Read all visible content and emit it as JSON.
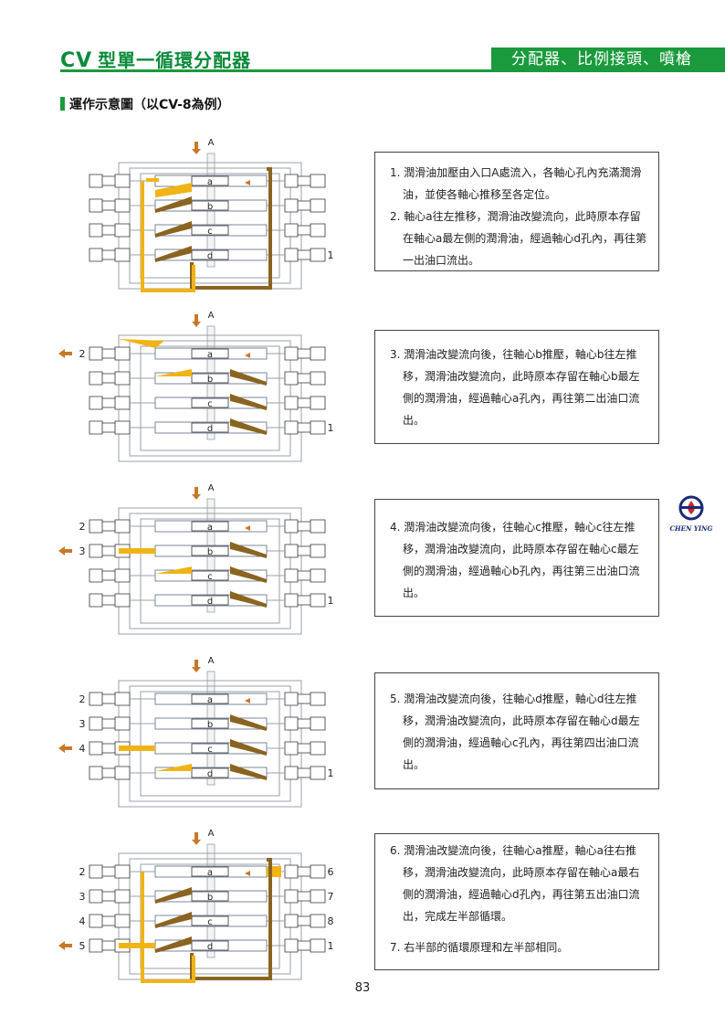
{
  "header": {
    "cv": "CV",
    "title": "型單一循環分配器",
    "tab": "分配器、比例接頭、噴槍"
  },
  "section_title": "運作示意圖（以CV-8為例）",
  "diagrams": [
    {
      "inlet": "A",
      "pistons": [
        "a",
        "b",
        "c",
        "d"
      ],
      "left_labels": [
        "",
        "",
        "",
        ""
      ],
      "right_labels": [
        "",
        "",
        "",
        "1"
      ]
    },
    {
      "inlet": "A",
      "pistons": [
        "a",
        "b",
        "c",
        "d"
      ],
      "left_labels": [
        "2",
        "",
        "",
        ""
      ],
      "right_labels": [
        "",
        "",
        "",
        "1"
      ]
    },
    {
      "inlet": "A",
      "pistons": [
        "a",
        "b",
        "c",
        "d"
      ],
      "left_labels": [
        "2",
        "3",
        "",
        ""
      ],
      "right_labels": [
        "",
        "",
        "",
        "1"
      ]
    },
    {
      "inlet": "A",
      "pistons": [
        "a",
        "b",
        "c",
        "d"
      ],
      "left_labels": [
        "2",
        "3",
        "4",
        ""
      ],
      "right_labels": [
        "",
        "",
        "",
        "1"
      ]
    },
    {
      "inlet": "A",
      "pistons": [
        "a",
        "b",
        "c",
        "d"
      ],
      "left_labels": [
        "2",
        "3",
        "4",
        "5"
      ],
      "right_labels": [
        "6",
        "7",
        "8",
        "1"
      ]
    }
  ],
  "steps": [
    {
      "items": [
        "1. 潤滑油加壓由入口A處流入，各軸心孔內充滿潤滑油，並使各軸心推移至各定位。",
        "2. 軸心a往左推移，潤滑油改變流向，此時原本存留在軸心a最左側的潤滑油，經過軸心d孔內，再往第一出油口流出。"
      ]
    },
    {
      "items": [
        "3. 潤滑油改變流向後，往軸心b推壓，軸心b往左推移，潤滑油改變流向，此時原本存留在軸心b最左側的潤滑油，經過軸心a孔內，再往第二出油口流出。"
      ]
    },
    {
      "items": [
        "4. 潤滑油改變流向後，往軸心c推壓，軸心c往左推移，潤滑油改變流向，此時原本存留在軸心c最左側的潤滑油，經過軸心b孔內，再往第三出油口流出。"
      ]
    },
    {
      "items": [
        "5. 潤滑油改變流向後，往軸心d推壓，軸心d往左推移，潤滑油改變流向，此時原本存留在軸心d最左側的潤滑油，經過軸心c孔內，再往第四出油口流出。"
      ]
    },
    {
      "items": [
        "6. 潤滑油改變流向後，往軸心a推壓，軸心a往右推移，潤滑油改變流向，此時原本存留在軸心a最右側的潤滑油，經過軸心d孔內，再往第五出油口流出，完成左半部循環。",
        "7. 右半部的循環原理和左半部相同。"
      ]
    }
  ],
  "logo_text": "CHEN YING",
  "page_number": "83",
  "colors": {
    "green": "#1a9a3c",
    "yellow": "#f0b416",
    "brown": "#8a6420",
    "arrow": "#c8782a",
    "line": "#9aa0a8"
  }
}
